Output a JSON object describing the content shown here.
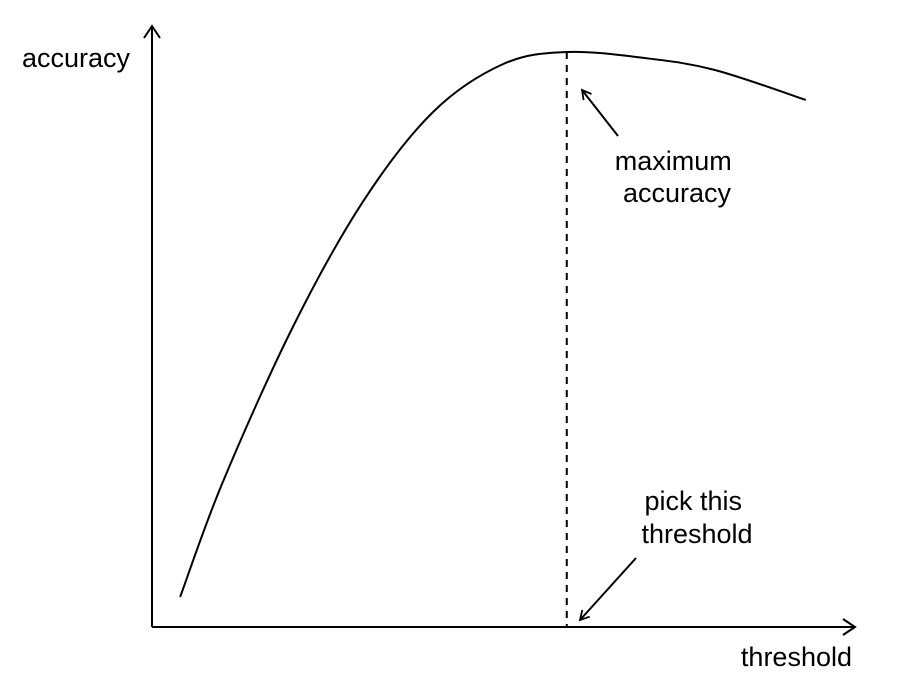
{
  "chart_data": {
    "type": "line",
    "xlabel": "threshold",
    "ylabel": "accuracy",
    "series": [
      {
        "values": [
          {
            "x": 0.04,
            "y": 0.05
          },
          {
            "x": 0.1,
            "y": 0.24
          },
          {
            "x": 0.2,
            "y": 0.5
          },
          {
            "x": 0.3,
            "y": 0.71
          },
          {
            "x": 0.4,
            "y": 0.86
          },
          {
            "x": 0.5,
            "y": 0.94
          },
          {
            "x": 0.59,
            "y": 0.96
          },
          {
            "x": 0.7,
            "y": 0.95
          },
          {
            "x": 0.8,
            "y": 0.93
          },
          {
            "x": 0.93,
            "y": 0.88
          }
        ]
      }
    ],
    "peak": {
      "x": 0.59,
      "y": 0.96
    },
    "xlim": [
      0,
      1
    ],
    "ylim": [
      0,
      1
    ],
    "grid": false,
    "annotations": [
      {
        "id": "max",
        "lines": [
          "maximum",
          "accuracy"
        ]
      },
      {
        "id": "pick",
        "lines": [
          "pick this",
          "threshold"
        ]
      }
    ]
  }
}
